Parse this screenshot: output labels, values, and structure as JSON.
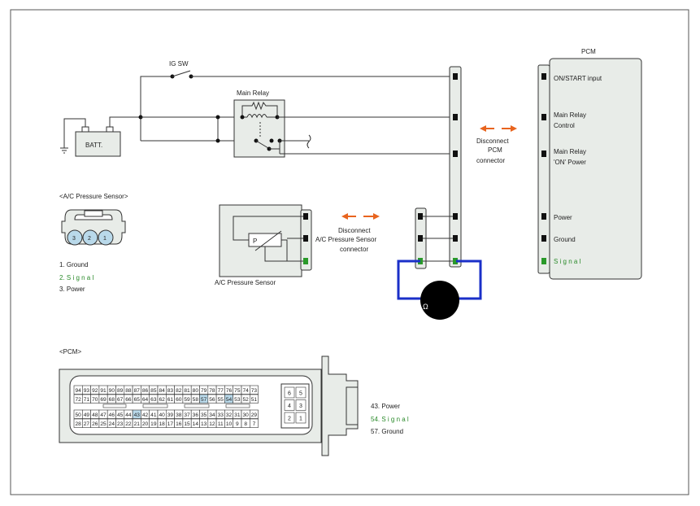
{
  "labels": {
    "ig_sw": "IG SW",
    "main_relay": "Main Relay",
    "batt": "BATT.",
    "pcm_title": "PCM",
    "disconnect_pcm": [
      "Disconnect",
      "PCM",
      "connector"
    ],
    "disconnect_sensor": [
      "Disconnect",
      "A/C Pressure Sensor",
      "connector"
    ],
    "ac_sensor_header": "<A/C Pressure Sensor>",
    "ac_sensor_caption": "A/C Pressure Sensor",
    "sensor_p": "P",
    "pcm_header": "<PCM>",
    "meter_symbol": "Ω"
  },
  "pcm_pins": [
    {
      "text": "ON/START input",
      "signal": false
    },
    {
      "text": "Main Relay",
      "signal": false
    },
    {
      "text": "Control",
      "signal": false
    },
    {
      "text": "Main Relay",
      "signal": false
    },
    {
      "text": "'ON' Power",
      "signal": false
    },
    {
      "text": "Power",
      "signal": false
    },
    {
      "text": "Ground",
      "signal": false
    },
    {
      "text": "S i g n a l",
      "signal": true
    }
  ],
  "sensor_legend": [
    {
      "text": "1. Ground",
      "signal": false
    },
    {
      "text": "2. S   i g n a l",
      "signal": true
    },
    {
      "text": "3. Power",
      "signal": false
    }
  ],
  "sensor_pin_numbers": [
    "3",
    "2",
    "1"
  ],
  "pcm_legend": [
    {
      "text": "43. Power",
      "signal": false
    },
    {
      "text": "54. S   i g n a l",
      "signal": true
    },
    {
      "text": "57. Ground",
      "signal": false
    }
  ],
  "pcm_connector": {
    "row1": [
      "94",
      "93",
      "92",
      "91",
      "90",
      "89",
      "88",
      "87",
      "86",
      "85",
      "84",
      "83",
      "82",
      "81",
      "80",
      "79",
      "78",
      "77",
      "76",
      "75",
      "74",
      "73"
    ],
    "row2": [
      "72",
      "71",
      "70",
      "69",
      "68",
      "67",
      "66",
      "65",
      "64",
      "63",
      "62",
      "61",
      "60",
      "59",
      "58",
      "57",
      "56",
      "55",
      "54",
      "53",
      "52",
      "51"
    ],
    "row3": [
      "50",
      "49",
      "48",
      "47",
      "46",
      "45",
      "44",
      "43",
      "42",
      "41",
      "40",
      "39",
      "38",
      "37",
      "36",
      "35",
      "34",
      "33",
      "32",
      "31",
      "30",
      "29"
    ],
    "row4": [
      "28",
      "27",
      "26",
      "25",
      "24",
      "23",
      "22",
      "21",
      "20",
      "19",
      "18",
      "17",
      "16",
      "15",
      "14",
      "13",
      "12",
      "11",
      "10",
      "9",
      "8",
      "7"
    ],
    "highlight": [
      "57",
      "54",
      "43"
    ],
    "small_block": [
      [
        "6",
        "5"
      ],
      [
        "4",
        "3"
      ],
      [
        "2",
        "1"
      ]
    ]
  },
  "colors": {
    "arrow": "#e8641e",
    "meter_wire": "#1a2fc8",
    "signal_text": "#2a8a2a",
    "signal_terminal": "#2a9a2a",
    "highlight_cell": "#b9d9ea",
    "box_fill": "#e8ece8"
  }
}
